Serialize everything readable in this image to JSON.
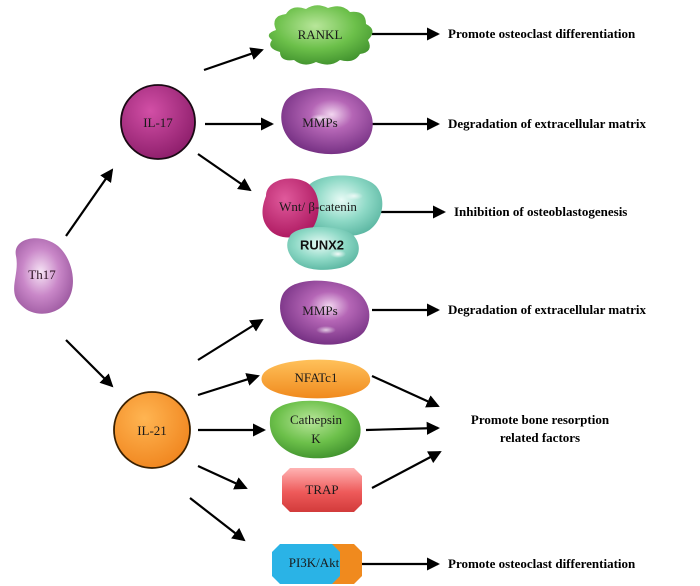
{
  "nodes": {
    "th17": "Th17",
    "il17": "IL-17",
    "il21": "IL-21",
    "rankl": "RANKL",
    "mmps_top": "MMPs",
    "wnt": "Wnt/ β-catenin",
    "runx2": "RUNX2",
    "mmps_bottom": "MMPs",
    "nfatc1": "NFATc1",
    "cathepsin_line1": "Cathepsin",
    "cathepsin_line2": "K",
    "trap": "TRAP",
    "pi3k": "PI3K/Akt"
  },
  "effects": {
    "rankl": "Promote osteoclast differentiation",
    "mmps_top": "Degradation of extracellular matrix",
    "wnt": "Inhibition of osteoblastogenesis",
    "mmps_bottom": "Degradation of extracellular matrix",
    "bone_resorption_line1": "Promote bone resorption",
    "bone_resorption_line2": "related factors",
    "pi3k": "Promote osteoclast differentiation"
  }
}
